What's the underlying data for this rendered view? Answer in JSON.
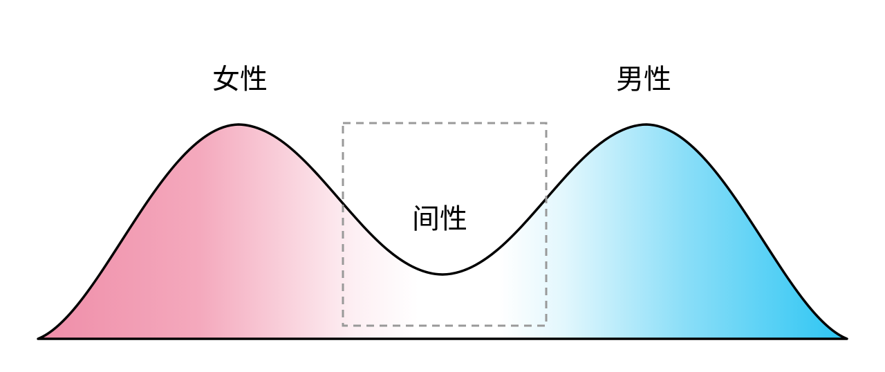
{
  "diagram": {
    "labels": {
      "female": "女性",
      "male": "男性",
      "intersex": "间性"
    },
    "colors": {
      "female_strong": "#ef8da8",
      "female_soft": "#f4a9bd",
      "female_fade": "#fdeff3",
      "white_center": "#ffffff",
      "male_fade": "#e2f7fd",
      "male_soft": "#8adef8",
      "male_strong": "#2cc5f3",
      "outline": "#000000",
      "dashed_box": "#999999"
    }
  }
}
